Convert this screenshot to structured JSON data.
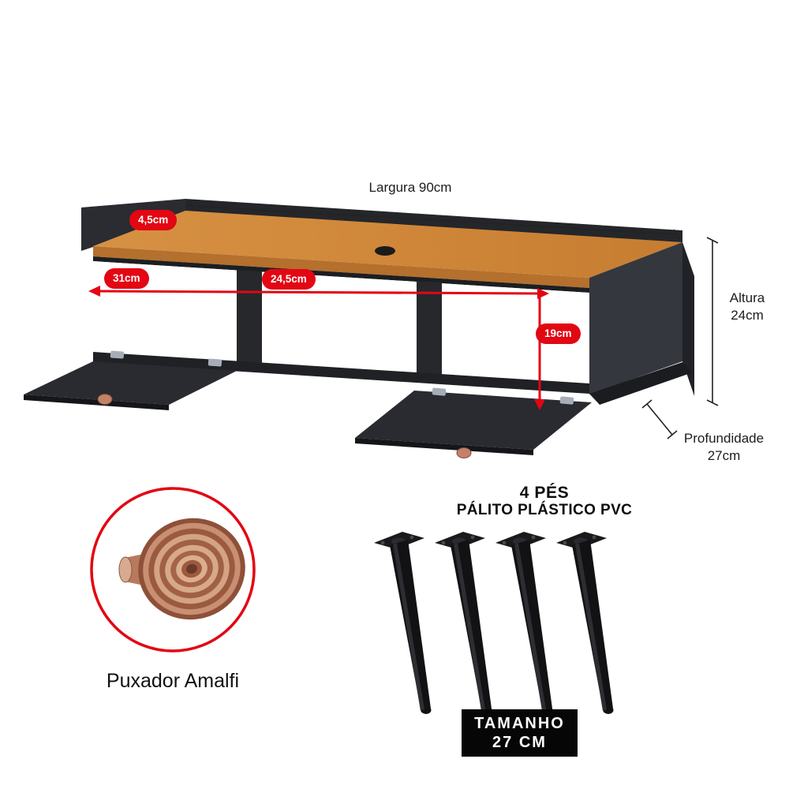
{
  "product_diagram": {
    "width_label": "Largura 90cm",
    "back_rail_height": "4,5cm",
    "left_compartment_width": "31cm",
    "middle_compartment_width": "24,5cm",
    "opening_height": "19cm",
    "height_label_line1": "Altura",
    "height_label_line2": "24cm",
    "depth_label_line1": "Profundidade",
    "depth_label_line2": "27cm"
  },
  "handle_feature": {
    "caption": "Puxador Amalfi"
  },
  "feet_feature": {
    "title_line1": "4 PÉS",
    "title_line2": "PÁLITO PLÁSTICO PVC",
    "size_badge_line1": "TAMANHO",
    "size_badge_line2": "27 CM"
  },
  "colors": {
    "accent_red": "#e30613",
    "wood": "#d0873d",
    "cabinet_black": "#26282c",
    "copper": "#b5745a"
  }
}
